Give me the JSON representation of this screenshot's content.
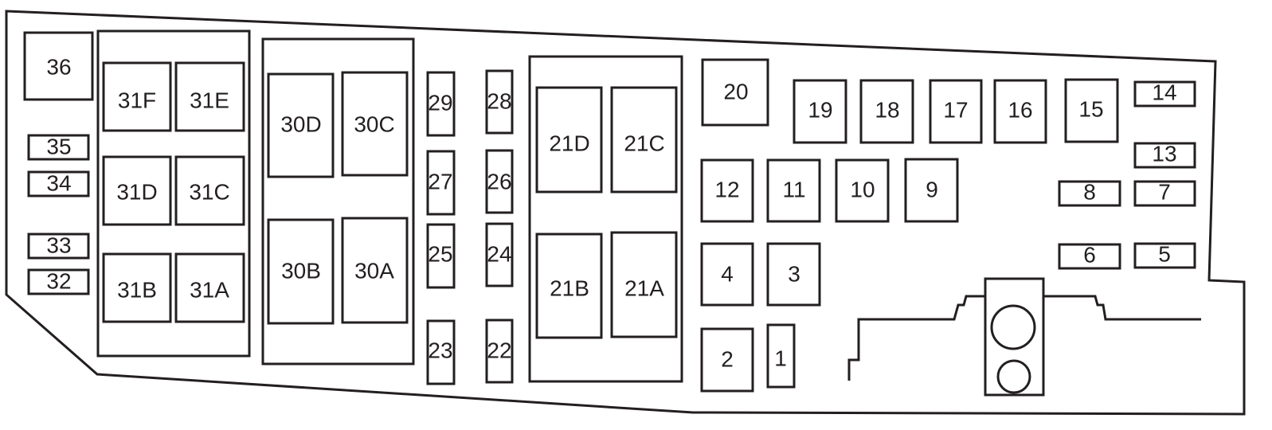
{
  "diagram": {
    "fuses": {
      "f1": "1",
      "f2": "2",
      "f3": "3",
      "f4": "4",
      "f5": "5",
      "f6": "6",
      "f7": "7",
      "f8": "8",
      "f9": "9",
      "f10": "10",
      "f11": "11",
      "f12": "12",
      "f13": "13",
      "f14": "14",
      "f15": "15",
      "f16": "16",
      "f17": "17",
      "f18": "18",
      "f19": "19",
      "f20": "20",
      "f22": "22",
      "f23": "23",
      "f24": "24",
      "f25": "25",
      "f26": "26",
      "f27": "27",
      "f28": "28",
      "f29": "29",
      "f32": "32",
      "f33": "33",
      "f34": "34",
      "f35": "35",
      "f36": "36"
    },
    "relays": {
      "r21A": "21A",
      "r21B": "21B",
      "r21C": "21C",
      "r21D": "21D",
      "r30A": "30A",
      "r30B": "30B",
      "r30C": "30C",
      "r30D": "30D",
      "r31A": "31A",
      "r31B": "31B",
      "r31C": "31C",
      "r31D": "31D",
      "r31E": "31E",
      "r31F": "31F"
    }
  }
}
